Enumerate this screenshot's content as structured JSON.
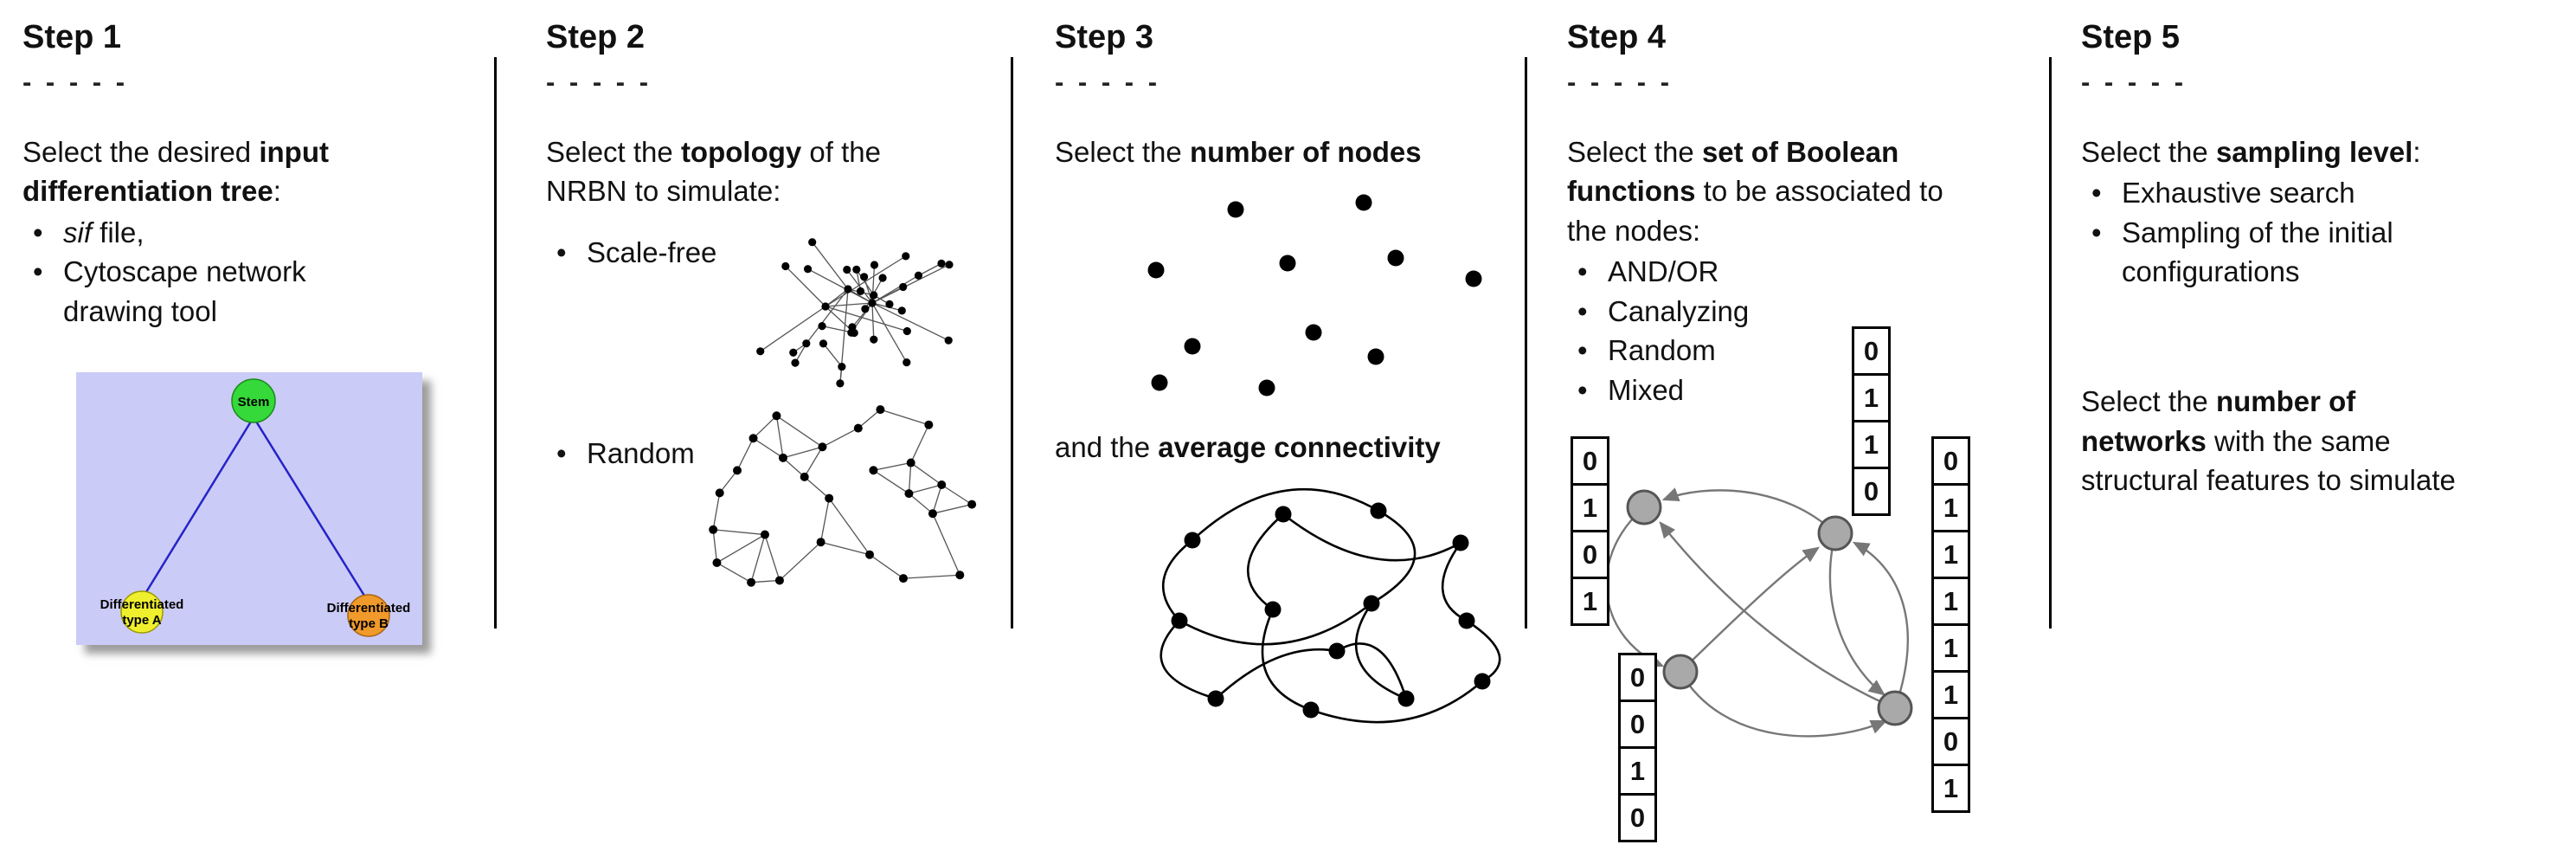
{
  "steps": [
    {
      "title": "Step 1",
      "dashes": "- - - - -",
      "intro": [
        [
          {
            "t": "Select the desired "
          },
          {
            "t": "input",
            "b": true
          }
        ],
        [
          {
            "t": "differentiation tree",
            "b": true
          },
          {
            "t": ":"
          }
        ]
      ],
      "bullets": [
        [
          {
            "t": "sif",
            "i": true
          },
          {
            "t": " file,"
          }
        ],
        [
          {
            "t": "Cytoscape network drawing tool"
          }
        ]
      ],
      "tree": {
        "root_label": "Stem",
        "leaf_a_line1": "Differentiated",
        "leaf_a_line2": "type A",
        "leaf_b_line1": "Differentiated",
        "leaf_b_line2": "type B",
        "colors": {
          "background": "#cbcbf7",
          "root": "#35d93a",
          "leaf_a": "#efef2e",
          "leaf_b": "#f09a2c",
          "edge": "#2424c8"
        }
      }
    },
    {
      "title": "Step 2",
      "dashes": "- - - - -",
      "intro": [
        [
          {
            "t": "Select the "
          },
          {
            "t": "topology",
            "b": true
          },
          {
            "t": " of the"
          }
        ],
        [
          {
            "t": "NRBN to simulate:"
          }
        ]
      ],
      "bullets": [
        [
          {
            "t": "Scale-free"
          }
        ],
        [
          {
            "t": "Random"
          }
        ]
      ]
    },
    {
      "title": "Step 3",
      "dashes": "- - - - -",
      "intro": [
        [
          {
            "t": "Select the "
          },
          {
            "t": "number of nodes",
            "b": true
          }
        ]
      ],
      "caption": [
        {
          "t": "and the "
        },
        {
          "t": "average connectivity",
          "b": true
        }
      ]
    },
    {
      "title": "Step 4",
      "dashes": "- - - - -",
      "intro": [
        [
          {
            "t": "Select the "
          },
          {
            "t": "set of Boolean",
            "b": true
          }
        ],
        [
          {
            "t": "functions",
            "b": true
          },
          {
            "t": " to be associated to"
          }
        ],
        [
          {
            "t": "the nodes:"
          }
        ]
      ],
      "bullets": [
        [
          {
            "t": "AND/OR"
          }
        ],
        [
          {
            "t": "Canalyzing"
          }
        ],
        [
          {
            "t": "Random"
          }
        ],
        [
          {
            "t": "Mixed"
          }
        ]
      ],
      "tables": {
        "top": [
          "0",
          "1",
          "1",
          "0"
        ],
        "left": [
          "0",
          "1",
          "0",
          "1"
        ],
        "bottom_left": [
          "0",
          "0",
          "1",
          "0"
        ],
        "right": [
          "0",
          "1",
          "1",
          "1",
          "1",
          "1",
          "0",
          "1"
        ]
      }
    },
    {
      "title": "Step 5",
      "dashes": "- - - - -",
      "intro": [
        [
          {
            "t": "Select the "
          },
          {
            "t": "sampling level",
            "b": true
          },
          {
            "t": ":"
          }
        ]
      ],
      "bullets": [
        [
          {
            "t": "Exhaustive search"
          }
        ],
        [
          {
            "t": "Sampling of the initial configurations"
          }
        ]
      ],
      "second": [
        [
          {
            "t": "Select the "
          },
          {
            "t": "number of",
            "b": true
          }
        ],
        [
          {
            "t": "networks",
            "b": true
          },
          {
            "t": " with the same"
          }
        ],
        [
          {
            "t": "structural features to simulate"
          }
        ]
      ]
    }
  ]
}
